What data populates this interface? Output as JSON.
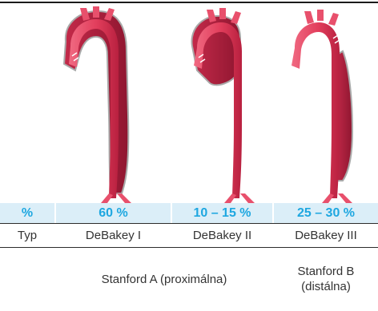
{
  "table": {
    "percent_row": {
      "label": "%",
      "cells": [
        "60 %",
        "10 – 15 %",
        "25 – 30 %"
      ]
    },
    "type_row": {
      "label": "Typ",
      "cells": [
        "DeBakey I",
        "DeBakey II",
        "DeBakey III"
      ]
    },
    "stanford_row": {
      "stanford_a": "Stanford A (proximálna)",
      "stanford_b_line1": "Stanford B",
      "stanford_b_line2": "(distálna)"
    }
  },
  "colors": {
    "accent_blue": "#1ea7e0",
    "row_tint": "#dbeef8",
    "aorta_light": "#e94a66",
    "aorta_dark": "#b11e3c",
    "dissection_gray": "#9e9e9e"
  },
  "icons": [
    "aorta-debakey-1-illustration",
    "aorta-debakey-2-illustration",
    "aorta-debakey-3-illustration"
  ]
}
